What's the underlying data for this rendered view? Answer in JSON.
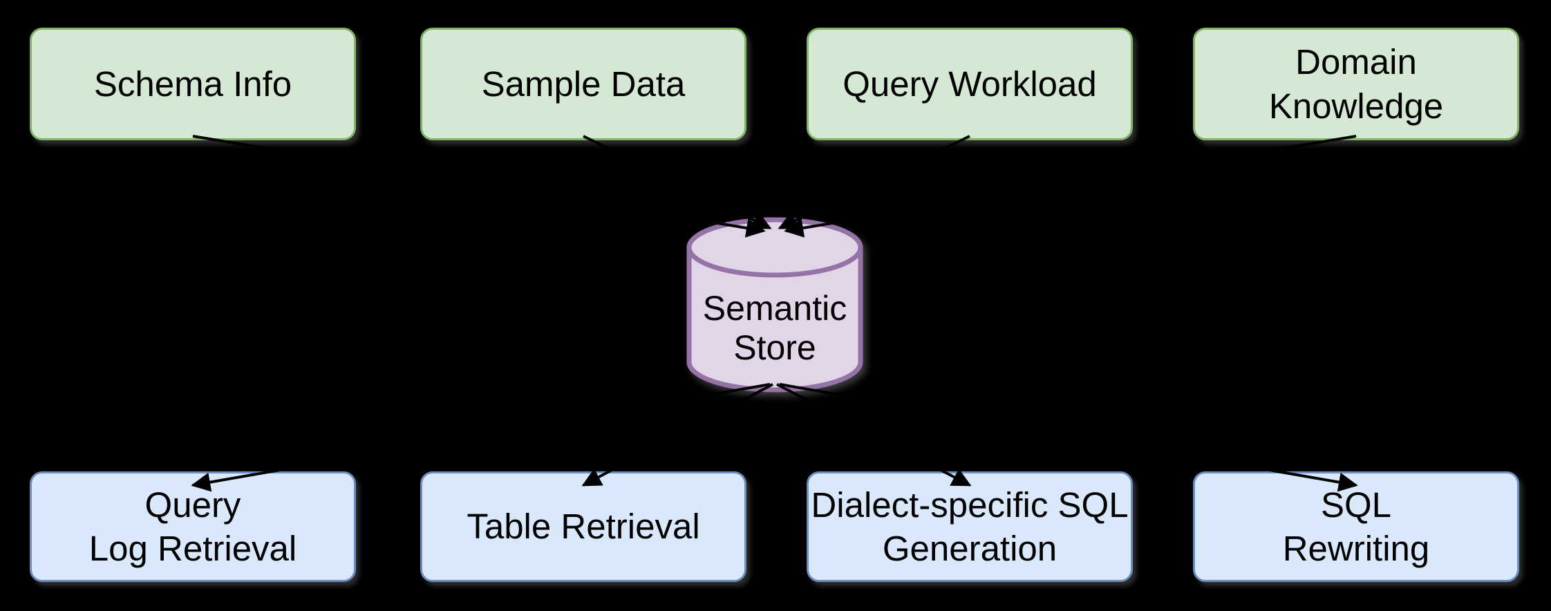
{
  "colors": {
    "background": "#000000",
    "text": "#000000",
    "input_fill": "#d5e8d4",
    "input_stroke": "#82b366",
    "process_fill": "#dae8fc",
    "process_stroke": "#6c8ebf",
    "store_fill": "#e1d5e7",
    "store_stroke": "#9673a6",
    "arrow": "#000000"
  },
  "diagram": {
    "inputs": [
      {
        "id": "schema-info",
        "lines": [
          "Schema Info"
        ]
      },
      {
        "id": "sample-data",
        "lines": [
          "Sample Data"
        ]
      },
      {
        "id": "query-workload",
        "lines": [
          "Query Workload"
        ]
      },
      {
        "id": "domain-knowledge",
        "lines": [
          "Domain",
          "Knowledge"
        ]
      }
    ],
    "store": {
      "id": "semantic-store",
      "lines": [
        "Semantic",
        "Store"
      ]
    },
    "processes": [
      {
        "id": "query-log-retrieval",
        "lines": [
          "Query",
          "Log Retrieval"
        ]
      },
      {
        "id": "table-retrieval",
        "lines": [
          "Table Retrieval"
        ]
      },
      {
        "id": "dialect-specific-sql-generation",
        "lines": [
          "Dialect-specific SQL",
          "Generation"
        ]
      },
      {
        "id": "sql-rewriting",
        "lines": [
          "SQL",
          "Rewriting"
        ]
      }
    ],
    "edges": [
      {
        "from": "schema-info",
        "to": "semantic-store"
      },
      {
        "from": "sample-data",
        "to": "semantic-store"
      },
      {
        "from": "query-workload",
        "to": "semantic-store"
      },
      {
        "from": "domain-knowledge",
        "to": "semantic-store"
      },
      {
        "from": "semantic-store",
        "to": "query-log-retrieval"
      },
      {
        "from": "semantic-store",
        "to": "table-retrieval"
      },
      {
        "from": "semantic-store",
        "to": "dialect-specific-sql-generation"
      },
      {
        "from": "semantic-store",
        "to": "sql-rewriting"
      }
    ]
  }
}
